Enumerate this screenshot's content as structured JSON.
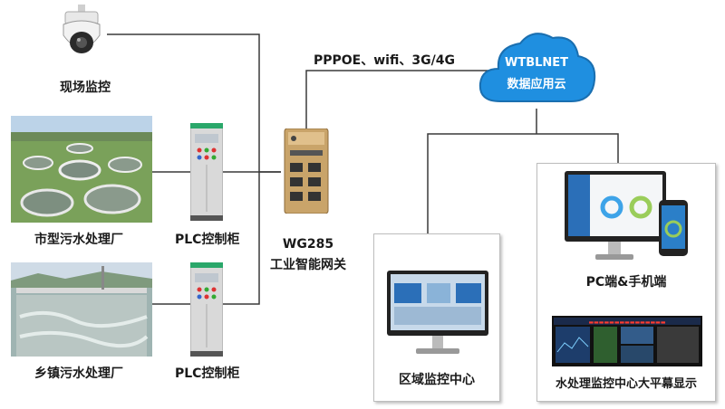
{
  "nodes": {
    "camera": {
      "label": "现场监控",
      "icon": "ptz-camera-icon"
    },
    "city_plant": {
      "label": "市型污水处理厂",
      "icon": "treatment-plant-photo"
    },
    "town_plant": {
      "label": "乡镇污水处理厂",
      "icon": "treatment-plant-photo"
    },
    "plc_1": {
      "label": "PLC控制柜",
      "icon": "control-cabinet-icon"
    },
    "plc_2": {
      "label": "PLC控制柜",
      "icon": "control-cabinet-icon"
    },
    "gateway": {
      "model": "WG285",
      "label": "工业智能网关",
      "icon": "industrial-gateway-icon"
    },
    "cloud": {
      "line1": "WTBLNET",
      "line2": "数据应用云",
      "icon": "cloud-icon",
      "color": "#1f8fe0"
    },
    "link_label": "PPPOE、wifi、3G/4G",
    "regional_center": {
      "label": "区域监控中心",
      "icon": "monitor-icon"
    },
    "pc_mobile": {
      "label": "PC端&手机端",
      "icon": "monitor-and-phone-icon"
    },
    "big_screen": {
      "label": "水处理监控中心大平幕显示",
      "icon": "video-wall-icon"
    }
  },
  "colors": {
    "line": "#3a3a3a",
    "panel_border": "#bdbdbd",
    "cloud": "#1f8fe0",
    "cabinet": "#d9d9d9"
  }
}
